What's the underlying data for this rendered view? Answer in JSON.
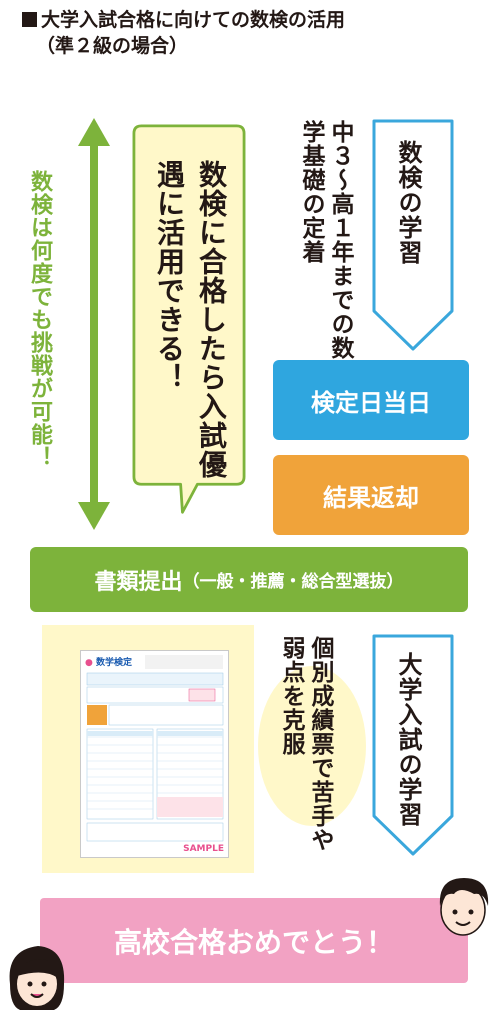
{
  "header": {
    "title": "大学入試合格に向けての数検の活用",
    "subtitle": "（準２級の場合）"
  },
  "retry_note": "数検は何度でも挑戦が可能！",
  "callout": "数検に合格したら入試優遇に活用できる！",
  "basics": "中３～高１年までの数学基礎の定着",
  "study_top": "数検の学習",
  "steps": {
    "exam_day": "検定日当日",
    "result": "結果返却",
    "docs_main": "書類提出",
    "docs_sub": "（一般・推薦・総合型選抜）"
  },
  "report": {
    "logo": "数学検定",
    "sample": "SAMPLE"
  },
  "individual": "個別成績票で苦手や弱点を克服",
  "study_bottom": "大学入試の学習",
  "congrats": "高校合格おめでとう！",
  "colors": {
    "green": "#7db33b",
    "blue": "#2fa6df",
    "orange": "#f0a33a",
    "pink": "#f2a2c3",
    "yellow": "#fff8c9",
    "outline_blue": "#3aa7dc"
  }
}
